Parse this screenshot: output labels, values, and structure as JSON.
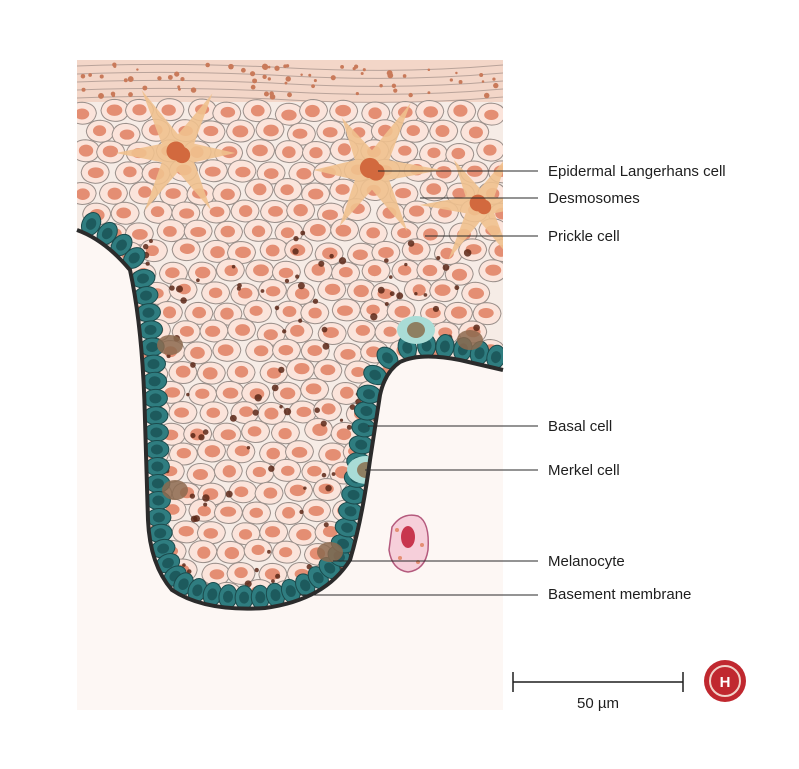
{
  "labels": [
    {
      "id": "langerhans",
      "text": "Epidermal Langerhans cell"
    },
    {
      "id": "desmosomes",
      "text": "Desmosomes"
    },
    {
      "id": "prickle",
      "text": "Prickle cell"
    },
    {
      "id": "basal",
      "text": "Basal cell"
    },
    {
      "id": "merkel",
      "text": "Merkel cell"
    },
    {
      "id": "melanocyte",
      "text": "Melanocyte"
    },
    {
      "id": "basement",
      "text": "Basement membrane"
    }
  ],
  "scale_bar": {
    "label": "50 µm"
  },
  "logo": {
    "letter": "H"
  },
  "colors": {
    "cytoplasm": "#fbe4db",
    "nucleus": "#e48e73",
    "langerhans": "#f0c18e",
    "basal": "#2f7d80",
    "basal_nucleus": "#1d5a5d",
    "merkel": "#a9dcd6",
    "melanin": "#5a2716",
    "membrane": "#2b2b2b",
    "dermis": "#fdf7f4",
    "logo": "#c0282f"
  }
}
